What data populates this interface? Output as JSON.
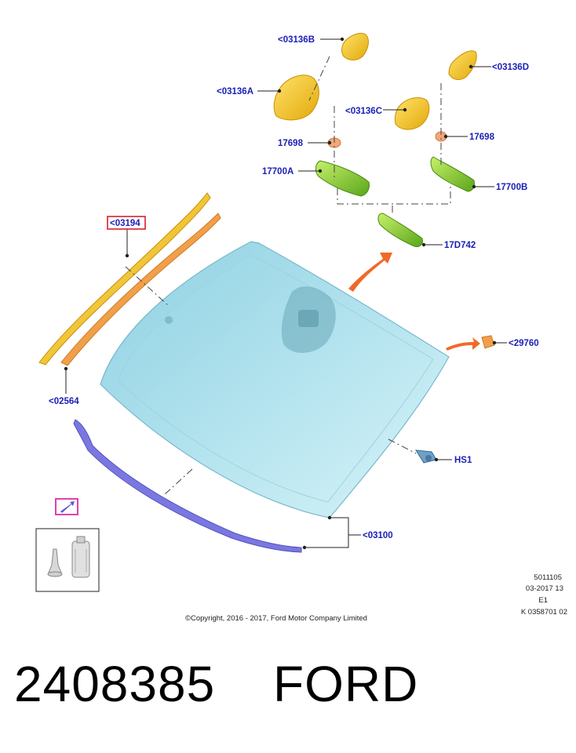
{
  "callouts": {
    "c03136B": "<03136B",
    "c03136A": "<03136A",
    "c03136C": "<03136C",
    "c03136D": "<03136D",
    "c17698_left": "17698",
    "c17698_right": "17698",
    "c17700A": "17700A",
    "c17700B": "17700B",
    "c17D742": "17D742",
    "c03194": "<03194",
    "c29760": "<29760",
    "c02564": "<02564",
    "cHS1": "HS1",
    "c03100": "<03100"
  },
  "reference": {
    "line1": "5011105",
    "line2": "03-2017 13",
    "line3": "E1",
    "line4": "K 0358701 02"
  },
  "copyright": "©Copyright, 2016 - 2017, Ford Motor Company Limited",
  "footer": {
    "part_number": "2408385",
    "brand": "FORD"
  },
  "colors": {
    "glass": "#a9dcea",
    "yellow_part": "#f2c21c",
    "orange_part": "#f0a04a",
    "green_part": "#8fd63a",
    "blue_moulding": "#7a78e0",
    "arrow": "#f06a28",
    "callout_text": "#1a1fb5",
    "highlight_box": "#d8202a",
    "magenta_box": "#e040b0"
  }
}
